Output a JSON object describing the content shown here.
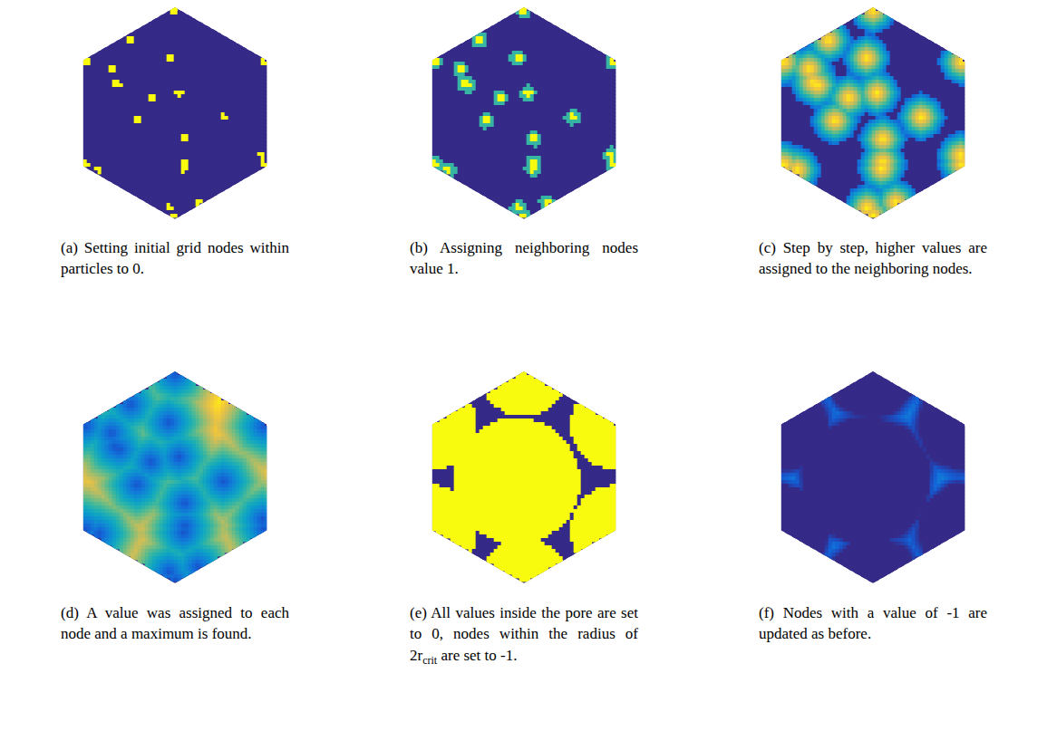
{
  "diagram": {
    "labels": [
      "(a) Setting initial grid nodes within particles to 0.",
      "(b) Assigning neighboring nodes value 1.",
      "(c) Step by step, higher values are assigned to the neighboring nodes.",
      "(d) A value was assigned to each node and a maximum is found.",
      "(e) All values inside the pore are set to 0, nodes within the radius of 2r",
      "crit",
      "are set to -1.",
      "(f) Nodes with a value of -1 are updated as before."
    ]
  }
}
